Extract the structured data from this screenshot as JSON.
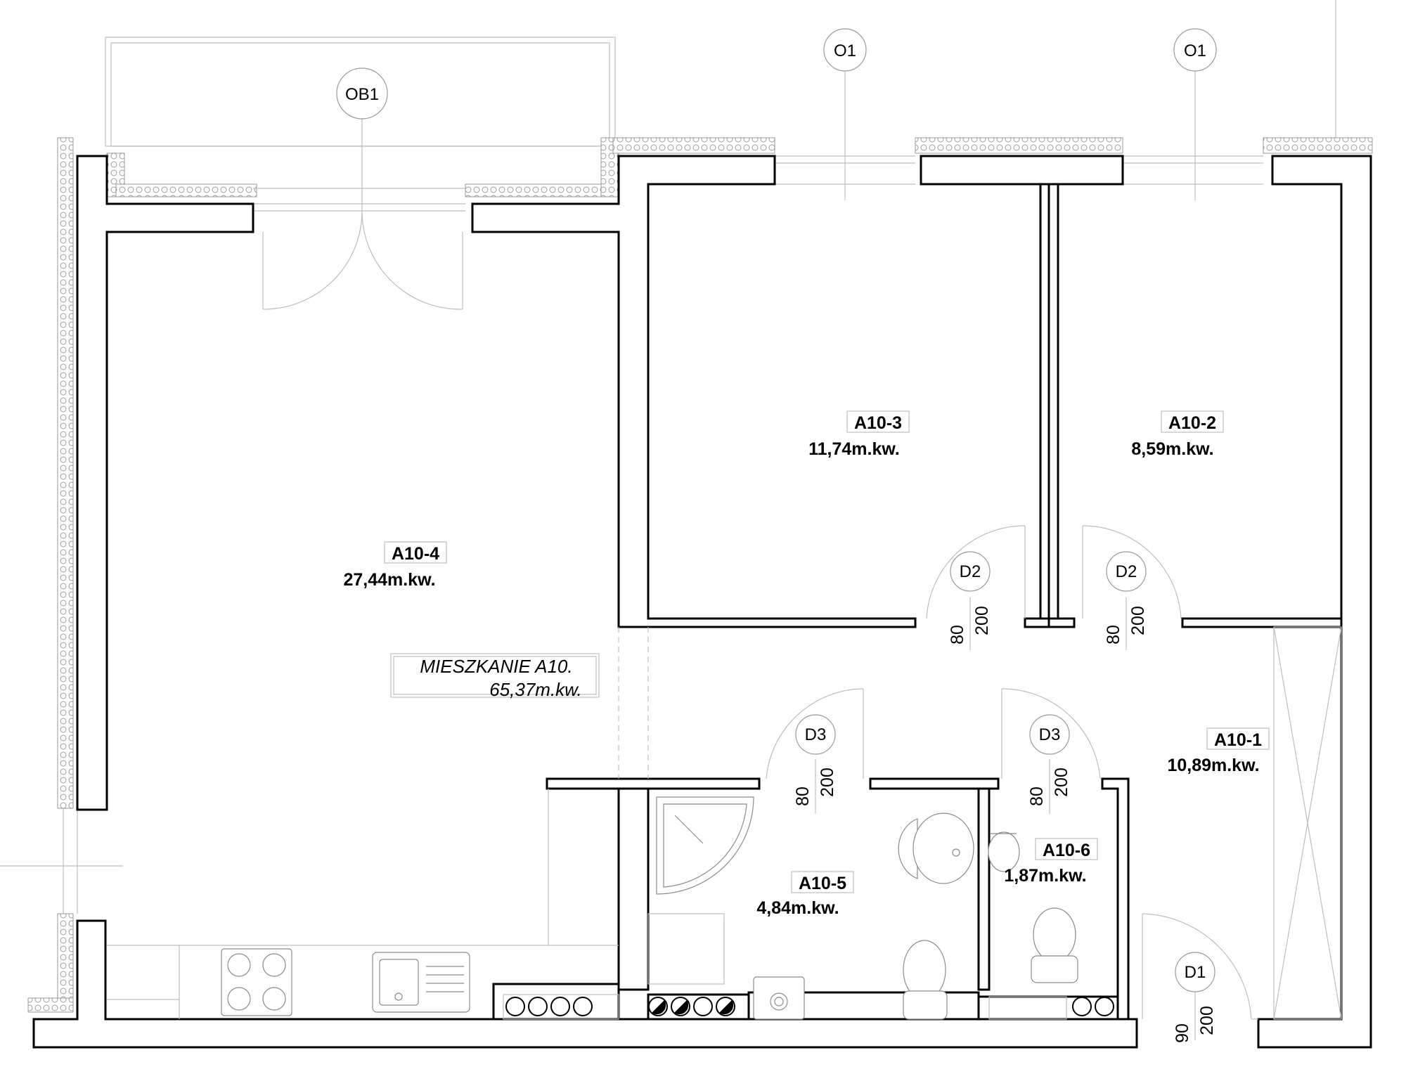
{
  "plan": {
    "apartment": {
      "name": "MIESZKANIE A10.",
      "area": "65,37m.kw."
    },
    "rooms": [
      {
        "id": "A10-1",
        "area": "10,89m.kw."
      },
      {
        "id": "A10-2",
        "area": "8,59m.kw."
      },
      {
        "id": "A10-3",
        "area": "11,74m.kw."
      },
      {
        "id": "A10-4",
        "area": "27,44m.kw."
      },
      {
        "id": "A10-5",
        "area": "4,84m.kw."
      },
      {
        "id": "A10-6",
        "area": "1,87m.kw."
      }
    ],
    "windows": [
      {
        "tag": "OB1"
      },
      {
        "tag": "O1"
      },
      {
        "tag": "O1"
      }
    ],
    "doors": [
      {
        "tag": "D2",
        "width": "80",
        "height": "200"
      },
      {
        "tag": "D2",
        "width": "80",
        "height": "200"
      },
      {
        "tag": "D3",
        "width": "80",
        "height": "200"
      },
      {
        "tag": "D3",
        "width": "80",
        "height": "200"
      },
      {
        "tag": "D1",
        "width": "90",
        "height": "200"
      }
    ]
  }
}
